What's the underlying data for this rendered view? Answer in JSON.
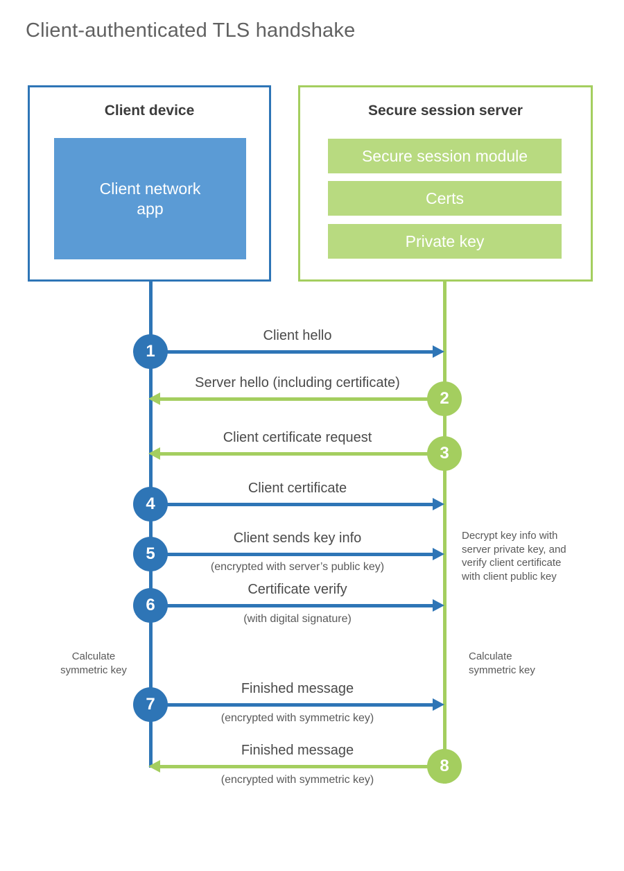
{
  "title": "Client-authenticated TLS handshake",
  "colors": {
    "blue": "#2e75b6",
    "blue_fill": "#5b9bd5",
    "green": "#a4ce5f",
    "green_fill": "#b8da80",
    "text_dark": "#3b3b3b",
    "text_label": "#4a4a4a",
    "text_gray": "#595959"
  },
  "client_box": {
    "title": "Client device",
    "module": "Client network\napp"
  },
  "server_box": {
    "title": "Secure session server",
    "modules": [
      "Secure session module",
      "Certs",
      "Private key"
    ]
  },
  "steps": [
    {
      "num": "1",
      "label": "Client hello",
      "sub": "",
      "direction": "client-to-server",
      "color": "blue"
    },
    {
      "num": "2",
      "label": "Server hello (including certificate)",
      "sub": "",
      "direction": "server-to-client",
      "color": "green"
    },
    {
      "num": "3",
      "label": "Client certificate request",
      "sub": "",
      "direction": "server-to-client",
      "color": "green"
    },
    {
      "num": "4",
      "label": "Client certificate",
      "sub": "",
      "direction": "client-to-server",
      "color": "blue"
    },
    {
      "num": "5",
      "label": "Client sends key info",
      "sub": "(encrypted with server’s public key)",
      "direction": "client-to-server",
      "color": "blue"
    },
    {
      "num": "6",
      "label": "Certificate verify",
      "sub": "(with digital signature)",
      "direction": "client-to-server",
      "color": "blue"
    },
    {
      "num": "7",
      "label": "Finished message",
      "sub": "(encrypted with symmetric key)",
      "direction": "client-to-server",
      "color": "blue"
    },
    {
      "num": "8",
      "label": "Finished message",
      "sub": "(encrypted with symmetric key)",
      "direction": "server-to-client",
      "color": "green"
    }
  ],
  "annotations": {
    "calc_left": "Calculate\nsymmetric key",
    "calc_right": "Calculate\nsymmetric key",
    "decrypt_note": "Decrypt key info with\nserver private key, and\nverify client certificate\nwith client public key"
  }
}
